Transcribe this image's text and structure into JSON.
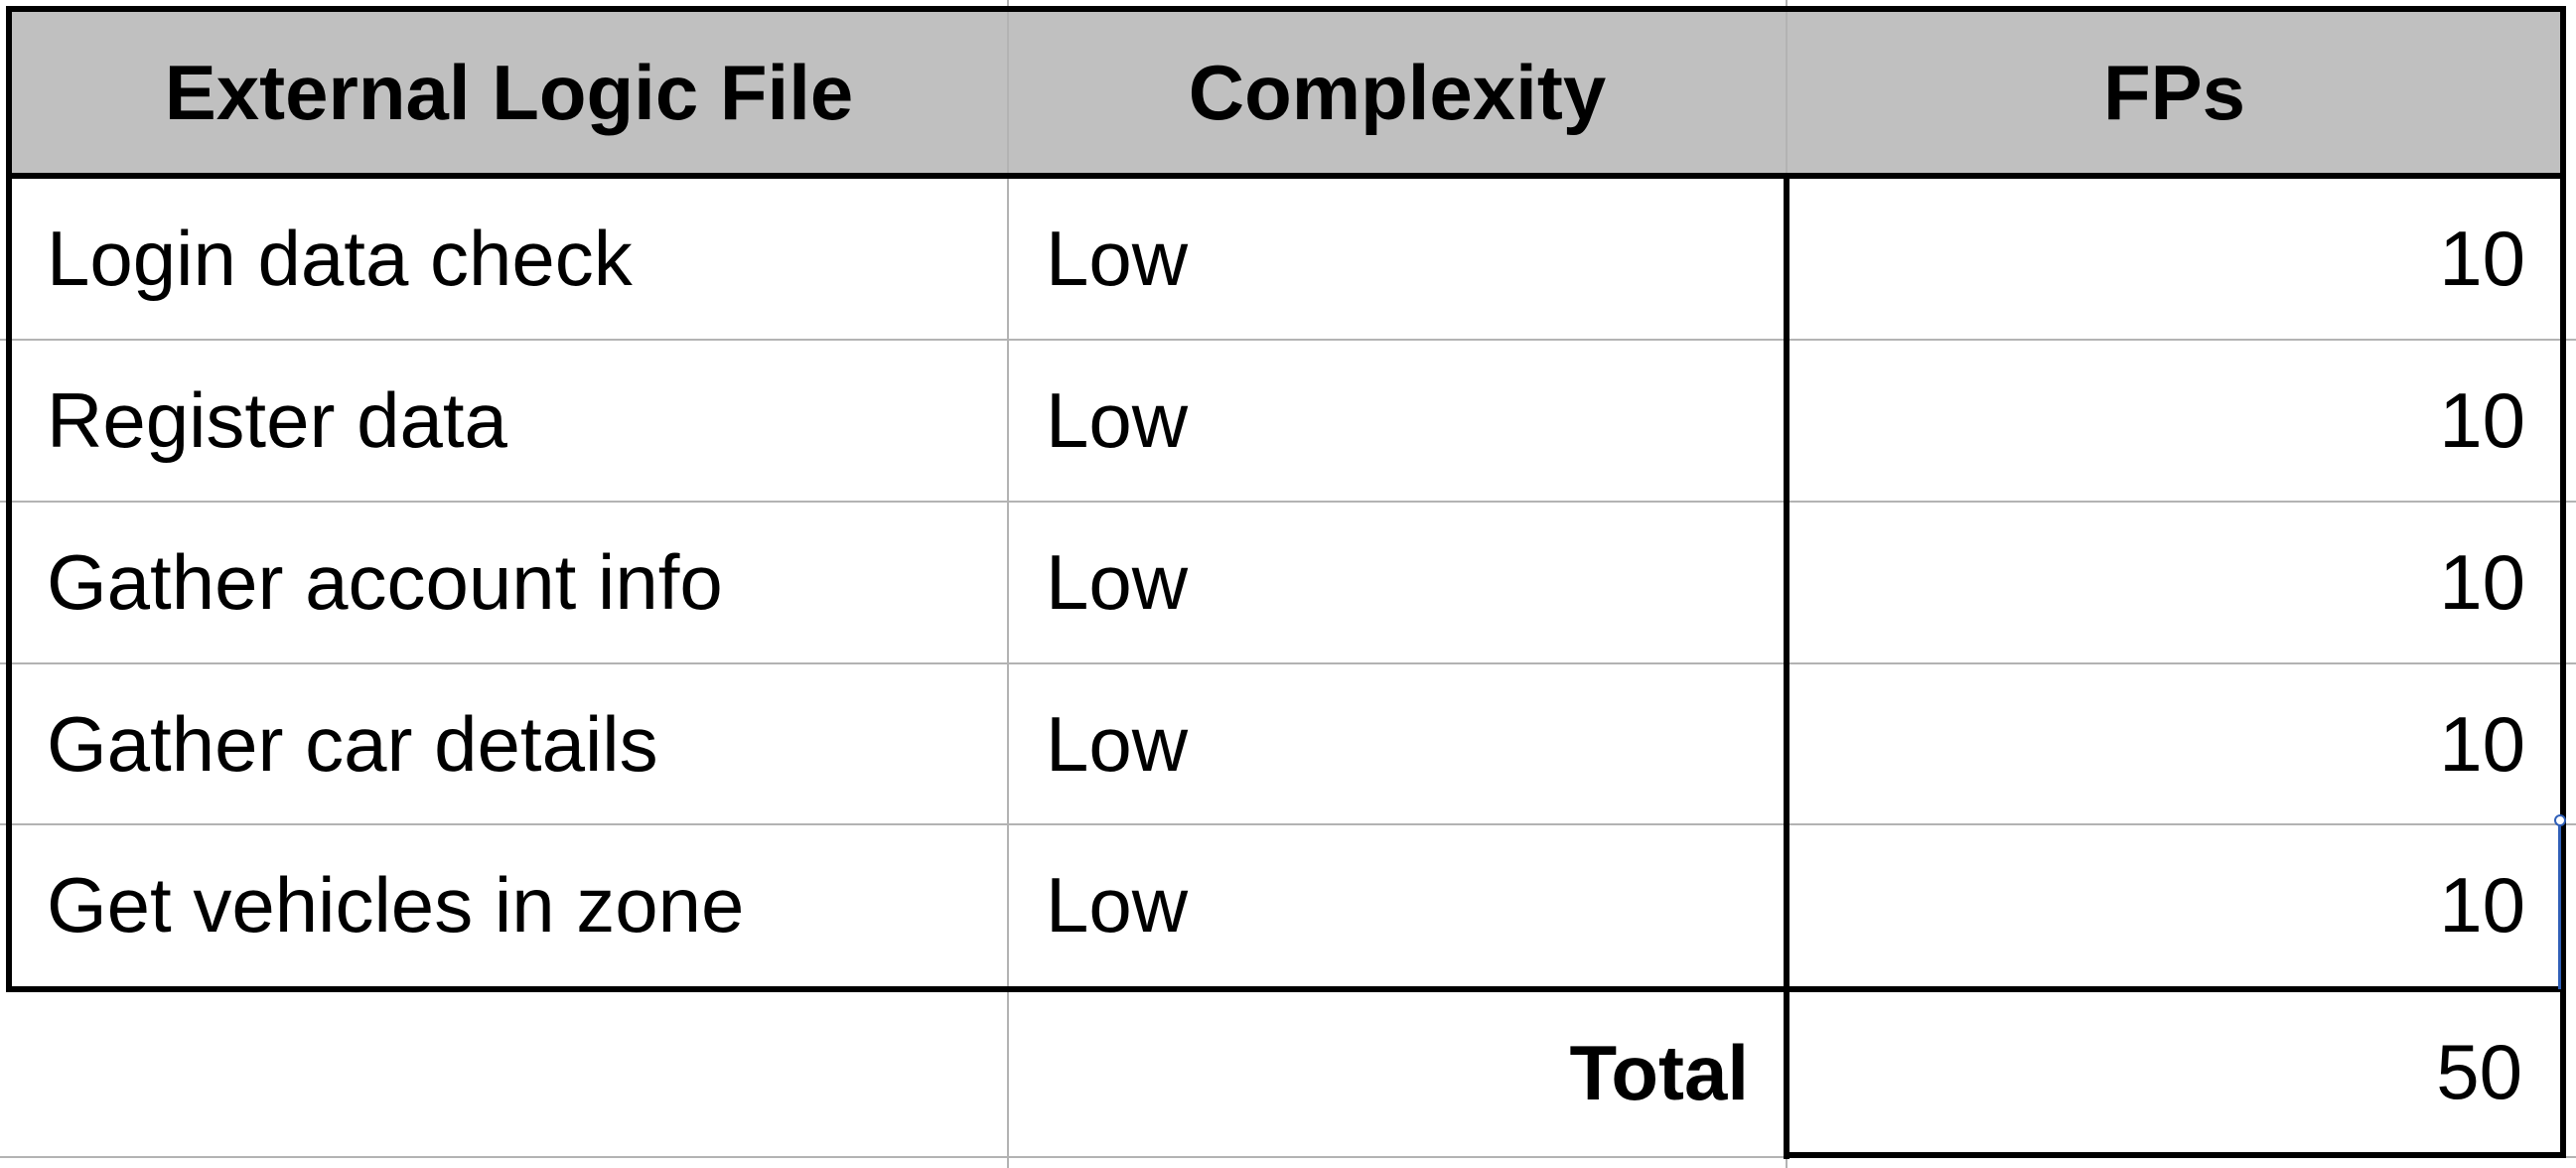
{
  "table": {
    "headers": {
      "col1": "External Logic File",
      "col2": "Complexity",
      "col3": "FPs"
    },
    "rows": [
      {
        "name": "Login data check",
        "complexity": "Low",
        "fps": "10"
      },
      {
        "name": "Register data",
        "complexity": "Low",
        "fps": "10"
      },
      {
        "name": "Gather account info",
        "complexity": "Low",
        "fps": "10"
      },
      {
        "name": "Gather car details",
        "complexity": "Low",
        "fps": "10"
      },
      {
        "name": "Get vehicles in zone",
        "complexity": "Low",
        "fps": "10"
      }
    ],
    "total": {
      "label": "Total",
      "value": "50"
    }
  },
  "colors": {
    "header_background": "#c0c0c0",
    "gridline": "#b3b3b3",
    "border": "#000000",
    "selection": "#2f5fb8"
  }
}
